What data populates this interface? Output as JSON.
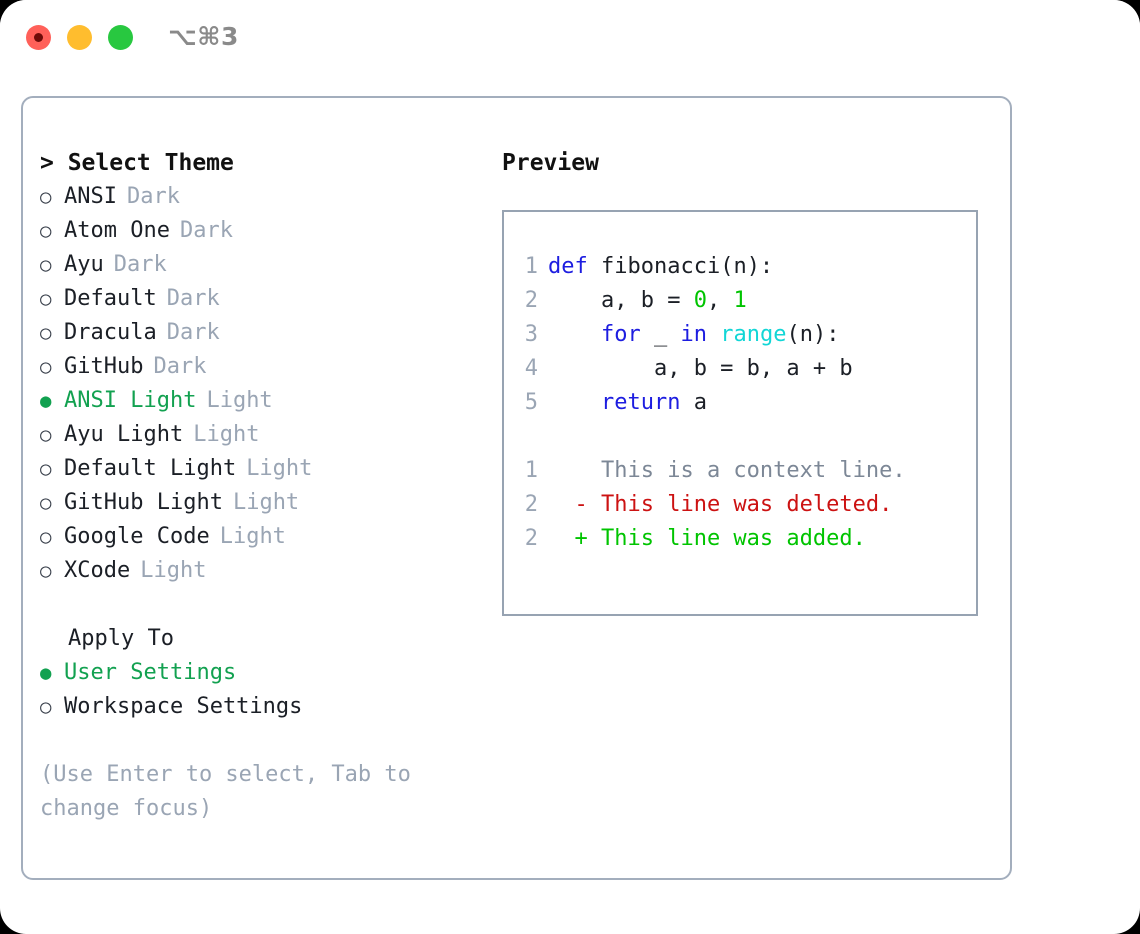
{
  "titlebar": {
    "shortcut": "⌥⌘3",
    "buttons": [
      {
        "name": "close",
        "color": "#ff6059"
      },
      {
        "name": "minimize",
        "color": "#ffbd2e"
      },
      {
        "name": "maximize",
        "color": "#28c840"
      }
    ]
  },
  "colors": {
    "accent_green": "#12a150",
    "muted": "#9aa5b4",
    "border": "#a3aebd",
    "code_border": "#97a3b2",
    "keyword_blue": "#1d1de0",
    "function_cyan": "#12d6d6",
    "number_green": "#00c400",
    "diff_delete_red": "#cc1212",
    "diff_add_green": "#00c400",
    "diff_context_gray": "#7c8796"
  },
  "theme_panel": {
    "heading": "> Select Theme",
    "items": [
      {
        "bullet": "○",
        "label": "ANSI",
        "variant": "Dark",
        "selected": false
      },
      {
        "bullet": "○",
        "label": "Atom One",
        "variant": "Dark",
        "selected": false
      },
      {
        "bullet": "○",
        "label": "Ayu",
        "variant": "Dark",
        "selected": false
      },
      {
        "bullet": "○",
        "label": "Default",
        "variant": "Dark",
        "selected": false
      },
      {
        "bullet": "○",
        "label": "Dracula",
        "variant": "Dark",
        "selected": false
      },
      {
        "bullet": "○",
        "label": "GitHub",
        "variant": "Dark",
        "selected": false
      },
      {
        "bullet": "●",
        "label": "ANSI Light",
        "variant": "Light",
        "selected": true
      },
      {
        "bullet": "○",
        "label": "Ayu Light",
        "variant": "Light",
        "selected": false
      },
      {
        "bullet": "○",
        "label": "Default Light",
        "variant": "Light",
        "selected": false
      },
      {
        "bullet": "○",
        "label": "GitHub Light",
        "variant": "Light",
        "selected": false
      },
      {
        "bullet": "○",
        "label": "Google Code",
        "variant": "Light",
        "selected": false
      },
      {
        "bullet": "○",
        "label": "XCode",
        "variant": "Light",
        "selected": false
      }
    ]
  },
  "apply_to": {
    "heading": "Apply To",
    "options": [
      {
        "bullet": "●",
        "label": "User Settings",
        "selected": true
      },
      {
        "bullet": "○",
        "label": "Workspace Settings",
        "selected": false
      }
    ]
  },
  "hint": "(Use Enter to select, Tab to change focus)",
  "preview": {
    "heading": "Preview",
    "code_lines": [
      {
        "number": "1",
        "tokens": [
          {
            "t": "def",
            "k": "kw"
          },
          {
            "t": " fibonacci(n):",
            "k": "id"
          }
        ]
      },
      {
        "number": "2",
        "tokens": [
          {
            "t": "    a, b = ",
            "k": "id"
          },
          {
            "t": "0",
            "k": "num"
          },
          {
            "t": ", ",
            "k": "id"
          },
          {
            "t": "1",
            "k": "num"
          }
        ]
      },
      {
        "number": "3",
        "tokens": [
          {
            "t": "    ",
            "k": "id"
          },
          {
            "t": "for",
            "k": "kw"
          },
          {
            "t": " _ ",
            "k": "id"
          },
          {
            "t": "in",
            "k": "kw"
          },
          {
            "t": " ",
            "k": "id"
          },
          {
            "t": "range",
            "k": "fn"
          },
          {
            "t": "(n):",
            "k": "id"
          }
        ]
      },
      {
        "number": "4",
        "tokens": [
          {
            "t": "        a, b = b, a + b",
            "k": "id"
          }
        ]
      },
      {
        "number": "5",
        "tokens": [
          {
            "t": "    ",
            "k": "id"
          },
          {
            "t": "return",
            "k": "kw"
          },
          {
            "t": " a",
            "k": "id"
          }
        ]
      }
    ],
    "diff_lines": [
      {
        "number": "1",
        "marker": "  ",
        "text": "This is a context line.",
        "kind": "ctx"
      },
      {
        "number": "2",
        "marker": "- ",
        "text": "This line was deleted.",
        "kind": "del"
      },
      {
        "number": "2",
        "marker": "+ ",
        "text": "This line was added.",
        "kind": "add"
      }
    ]
  }
}
